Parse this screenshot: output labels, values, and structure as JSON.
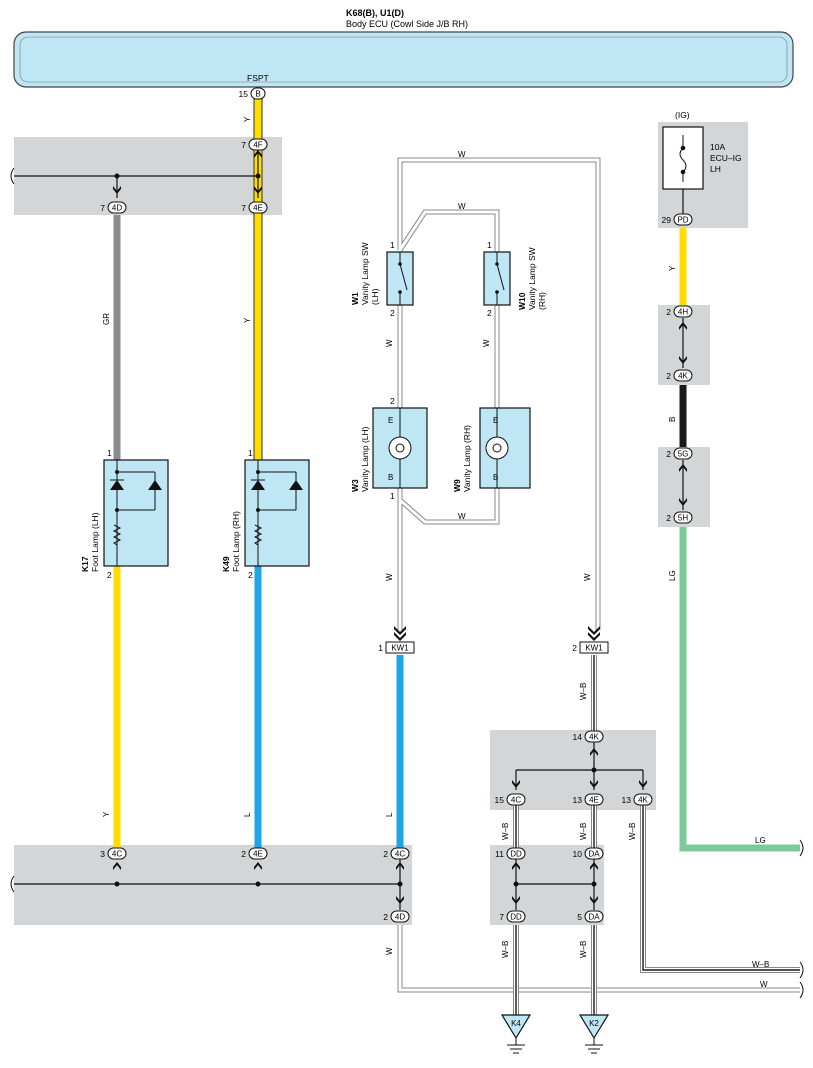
{
  "colors": {
    "yellow": "#ffdd00",
    "gray_wire": "#8a8c8e",
    "blue_wire": "#1ea5e6",
    "green_wire": "#7cc99a",
    "black_wire": "#1a1a1a",
    "white_wire": "#ffffff",
    "junction_bg": "#d4d5d6",
    "component_fill": "#bfe6f5",
    "ecu_fill": "#bfe6f5"
  },
  "ecu": {
    "title": "K68(B), U1(D)",
    "subtitle": "Body ECU (Cowl Side J/B RH)",
    "terminal": "FSPT",
    "pin_no": "15",
    "pin_code": "B"
  },
  "fuse": {
    "label": "(IG)",
    "rating": "10A",
    "name": "ECU–IG",
    "side": "LH",
    "pin_no": "29",
    "pin_code": "PD"
  },
  "components": {
    "k17": {
      "code": "K17",
      "name": "Foot Lamp (LH)",
      "pin_top": "1",
      "pin_bottom": "2"
    },
    "k49": {
      "code": "K49",
      "name": "Foot Lamp (RH)",
      "pin_top": "1",
      "pin_bottom": "2"
    },
    "w1": {
      "code": "W1",
      "name": "Vanity Lamp SW",
      "side": "(LH)",
      "pin_top": "1",
      "pin_bottom": "2"
    },
    "w10": {
      "code": "W10",
      "name": "Vanity Lamp SW",
      "side": "(RH)",
      "pin_top": "1",
      "pin_bottom": "2"
    },
    "w3": {
      "code": "W3",
      "name": "Vanity Lamp (LH)",
      "pin_top": "2",
      "pin_bottom": "1",
      "mark_e": "E",
      "mark_b": "B"
    },
    "w9": {
      "code": "W9",
      "name": "Vanity Lamp (RH)",
      "mark_e": "E",
      "mark_b": "B"
    }
  },
  "connectors": {
    "c4f": {
      "no": "7",
      "code": "4F"
    },
    "c4d_top": {
      "no": "7",
      "code": "4D"
    },
    "c4e_top": {
      "no": "7",
      "code": "4E"
    },
    "c4h": {
      "no": "2",
      "code": "4H"
    },
    "c4k_a": {
      "no": "2",
      "code": "4K"
    },
    "c5g": {
      "no": "2",
      "code": "5G"
    },
    "c5h": {
      "no": "2",
      "code": "5H"
    },
    "kw1_a": {
      "no": "1",
      "code": "KW1"
    },
    "kw1_b": {
      "no": "2",
      "code": "KW1"
    },
    "c4k_b": {
      "no": "14",
      "code": "4K"
    },
    "c4c_m": {
      "no": "15",
      "code": "4C"
    },
    "c4e_m": {
      "no": "13",
      "code": "4E"
    },
    "c4k_c": {
      "no": "13",
      "code": "4K"
    },
    "cdd_a": {
      "no": "11",
      "code": "DD"
    },
    "cda_a": {
      "no": "10",
      "code": "DA"
    },
    "cdd_b": {
      "no": "7",
      "code": "DD"
    },
    "cda_b": {
      "no": "5",
      "code": "DA"
    },
    "c4c_1": {
      "no": "3",
      "code": "4C"
    },
    "c4e_b": {
      "no": "2",
      "code": "4E"
    },
    "c4c_2": {
      "no": "2",
      "code": "4C"
    },
    "c4d_b": {
      "no": "2",
      "code": "4D"
    }
  },
  "wire_labels": {
    "y": "Y",
    "gr": "GR",
    "w": "W",
    "l": "L",
    "b": "B",
    "lg": "LG",
    "wb": "W–B"
  },
  "grounds": {
    "k4": "K4",
    "k2": "K2"
  }
}
